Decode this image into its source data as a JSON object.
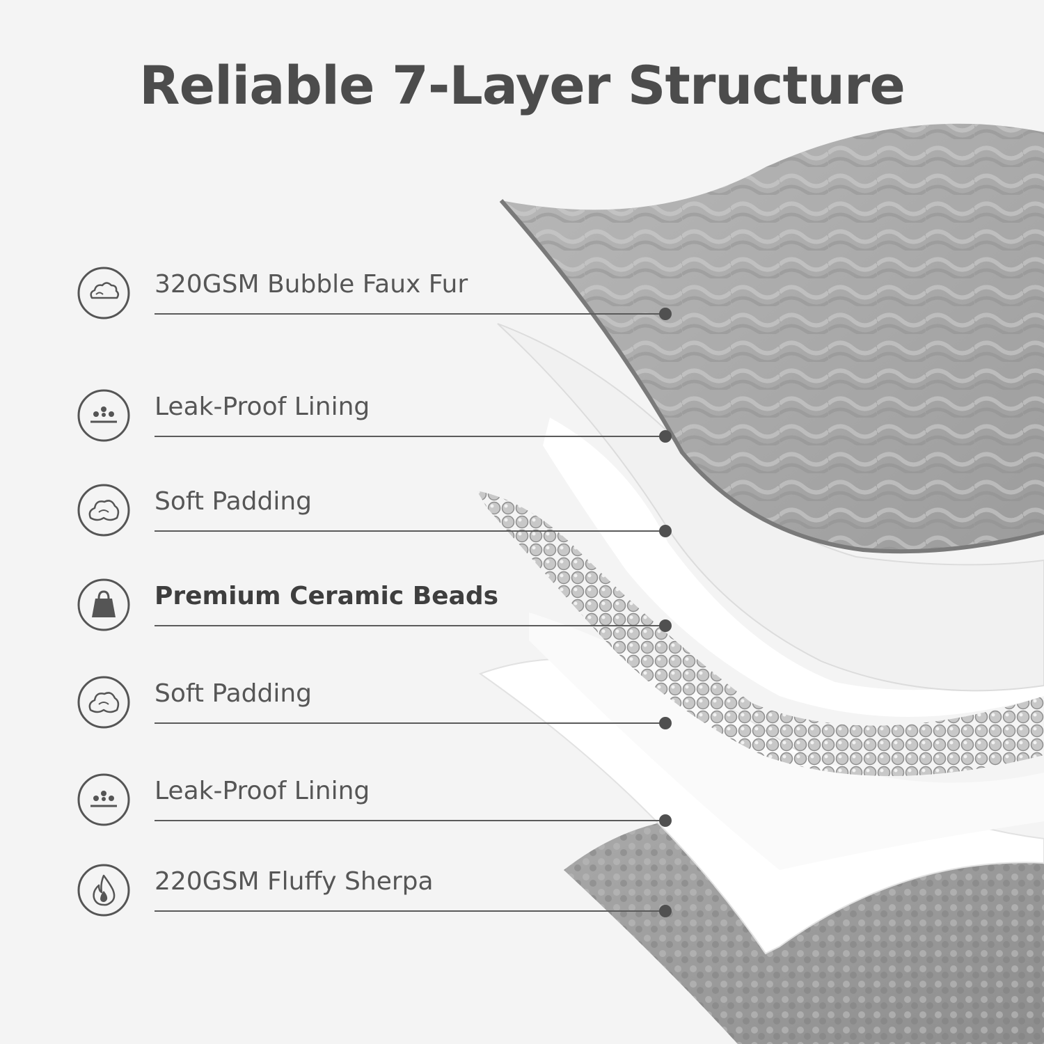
{
  "title": "Reliable 7-Layer Structure",
  "layers": [
    {
      "label": "320GSM Bubble Faux Fur",
      "icon": "cloud-icon",
      "bold": false
    },
    {
      "label": "Leak-Proof Lining",
      "icon": "droplets-icon",
      "bold": false
    },
    {
      "label": "Soft Padding",
      "icon": "soft-padding-icon",
      "bold": false
    },
    {
      "label": "Premium Ceramic Beads",
      "icon": "weight-bag-icon",
      "bold": true
    },
    {
      "label": "Soft Padding",
      "icon": "soft-padding-icon",
      "bold": false
    },
    {
      "label": "Leak-Proof Lining",
      "icon": "droplets-icon",
      "bold": false
    },
    {
      "label": "220GSM Fluffy Sherpa",
      "icon": "flame-icon",
      "bold": false
    }
  ],
  "colors": {
    "background": "#f4f4f4",
    "text": "#565656",
    "fur_gray": "#a9a9a9",
    "sherpa_gray": "#9a9a9a",
    "bead_gray": "#bdbdbd",
    "lining_white": "#ffffff"
  }
}
